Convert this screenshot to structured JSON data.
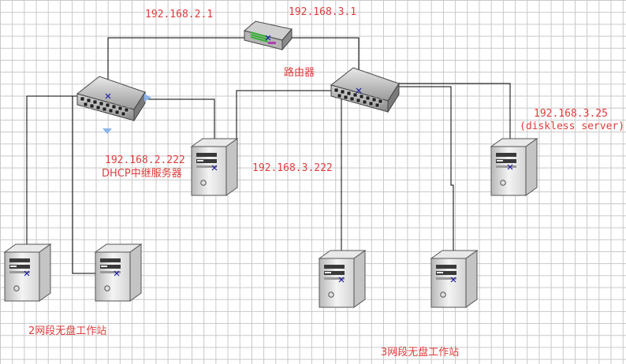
{
  "labels": {
    "router_ip_left": "192.168.2.1",
    "router_ip_right": "192.168.3.1",
    "router_name": "路由器",
    "relay_ip_a": "192.168.2.222",
    "relay_name": "DHCP中继服务器",
    "relay_ip_b": "192.168.3.222",
    "server_ip": "192.168.3.25",
    "server_name": "(diskless server)",
    "group2_name": "2网段无盘工作站",
    "group3_name": "3网段无盘工作站"
  },
  "colors": {
    "label": "#e03c3c",
    "line": "#000000",
    "node_marker": "#1a1aa8",
    "arrow": "#8ab4e8"
  }
}
